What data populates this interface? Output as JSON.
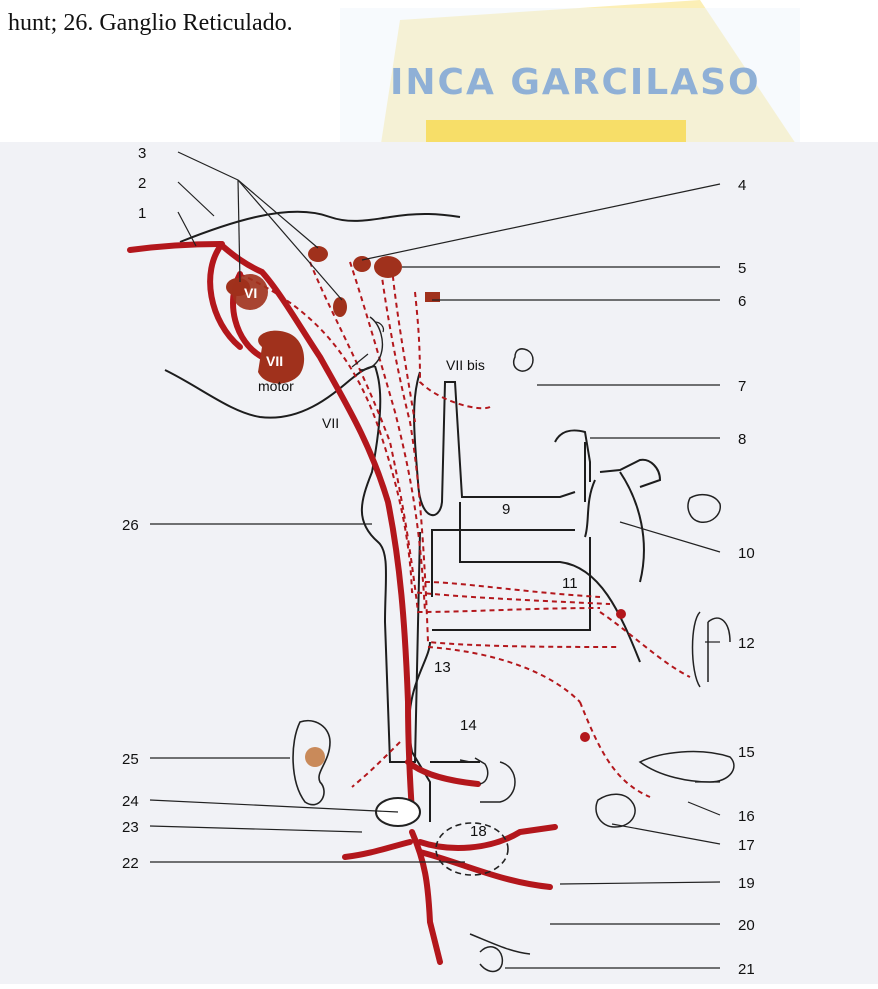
{
  "caption": "hunt; 26. Ganglio Reticulado.",
  "watermark_text": "INCA GARCILASO",
  "labels": {
    "n1": "1",
    "n2": "2",
    "n3": "3",
    "n4": "4",
    "n5": "5",
    "n6": "6",
    "n7": "7",
    "n8": "8",
    "n9": "9",
    "n10": "10",
    "n11": "11",
    "n12": "12",
    "n13": "13",
    "n14": "14",
    "n15": "15",
    "n16": "16",
    "n17": "17",
    "n18": "18",
    "n19": "19",
    "n20": "20",
    "n21": "21",
    "n22": "22",
    "n23": "23",
    "n24": "24",
    "n25": "25",
    "n26": "26"
  },
  "structure_labels": {
    "vi": "VI",
    "vii": "VII",
    "vii_motor": "motor",
    "vii_nerve": "VII",
    "vii_bis": "VII bis"
  },
  "colors": {
    "nerve_red": "#b3171c",
    "nucleus": "#a0311c",
    "ear_fill": "#c98a5a",
    "background_figure": "#f1f2f6",
    "watermark_blue": "#8fb0d6",
    "watermark_yellow": "#f7d94c"
  }
}
